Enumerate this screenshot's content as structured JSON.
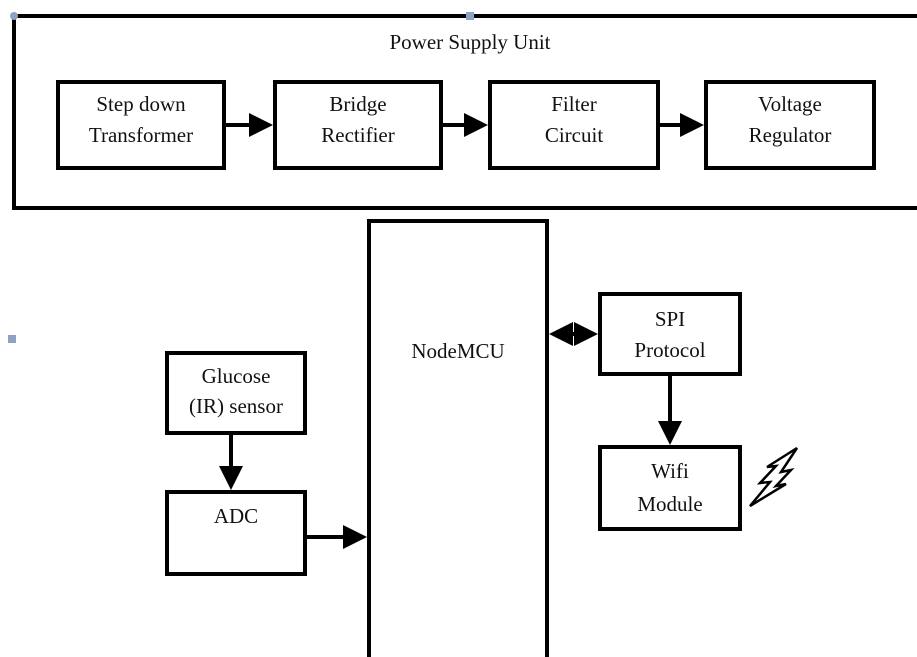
{
  "power_supply": {
    "title": "Power Supply Unit",
    "blocks": [
      {
        "line1": "Step down",
        "line2": "Transformer"
      },
      {
        "line1": "Bridge",
        "line2": "Rectifier"
      },
      {
        "line1": "Filter",
        "line2": "Circuit"
      },
      {
        "line1": "Voltage",
        "line2": "Regulator"
      }
    ]
  },
  "nodemcu": {
    "label": "NodeMCU"
  },
  "glucose_sensor": {
    "line1": "Glucose",
    "line2": "(IR) sensor"
  },
  "adc": {
    "label": "ADC"
  },
  "spi": {
    "line1": "SPI",
    "line2": "Protocol"
  },
  "wifi": {
    "line1": "Wifi",
    "line2": "Module"
  },
  "icons": {
    "wireless": "lightning-bolt-icon"
  },
  "colors": {
    "stroke": "#000000",
    "handle": "#8ea3c4"
  }
}
